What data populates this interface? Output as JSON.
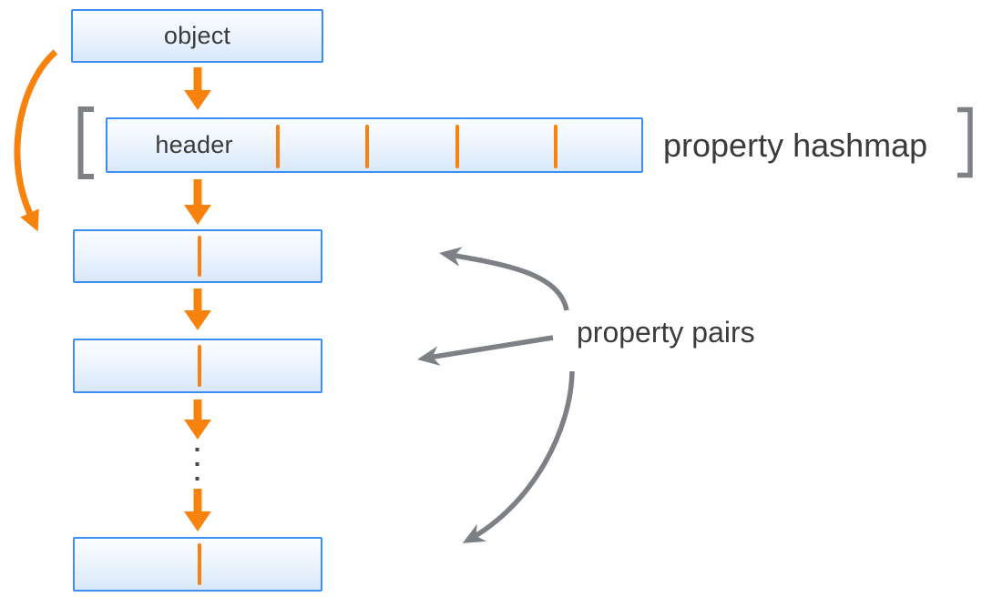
{
  "diagram": {
    "object_box": {
      "label": "object"
    },
    "hashmap": {
      "header_label": "header",
      "label": "property hashmap",
      "cell_divider_count": 4,
      "bracketed": true
    },
    "pairs": {
      "label": "property pairs",
      "box_count": 3,
      "ellipsis_dot_count": 3,
      "pointer_arrow_count": 3
    },
    "colors": {
      "accent_orange": "#F8820E",
      "box_border_blue": "#3D8EF1",
      "box_fill_top": "#FBFDFF",
      "box_fill_bottom": "#D8E8FA",
      "annotation_gray": "#7D8185",
      "text_dark": "#3B3B3B"
    }
  }
}
